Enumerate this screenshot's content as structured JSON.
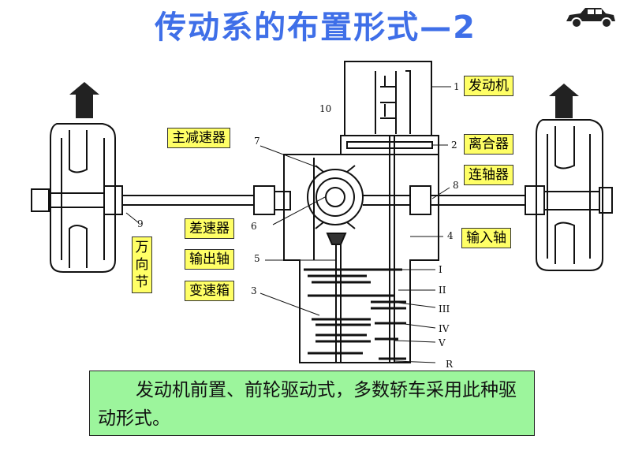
{
  "title": "传动系的布置形式—2",
  "labels": {
    "engine": "发动机",
    "clutch": "离合器",
    "coupling": "连轴器",
    "input_shaft": "输入轴",
    "final_drive": "主减速器",
    "differential": "差速器",
    "output_shaft": "输出轴",
    "gearbox": "变速箱",
    "universal_joint": [
      "万",
      "向",
      "节"
    ]
  },
  "numbers": {
    "n1": "1",
    "n2": "2",
    "n3": "3",
    "n4": "4",
    "n5": "5",
    "n6": "6",
    "n7": "7",
    "n8": "8",
    "n9": "9",
    "n10": "10"
  },
  "gears": {
    "g1": "I",
    "g2": "II",
    "g3": "III",
    "g4": "IV",
    "g5": "V",
    "gr": "R"
  },
  "note": "发动机前置、前轮驱动式，多数轿车采用此种驱动形式。",
  "colors": {
    "title": "#3f6fe8",
    "label_bg": "#ffff66",
    "note_bg": "#9cf59c"
  },
  "icons": [
    "car-icon",
    "arrow-up-icon"
  ]
}
